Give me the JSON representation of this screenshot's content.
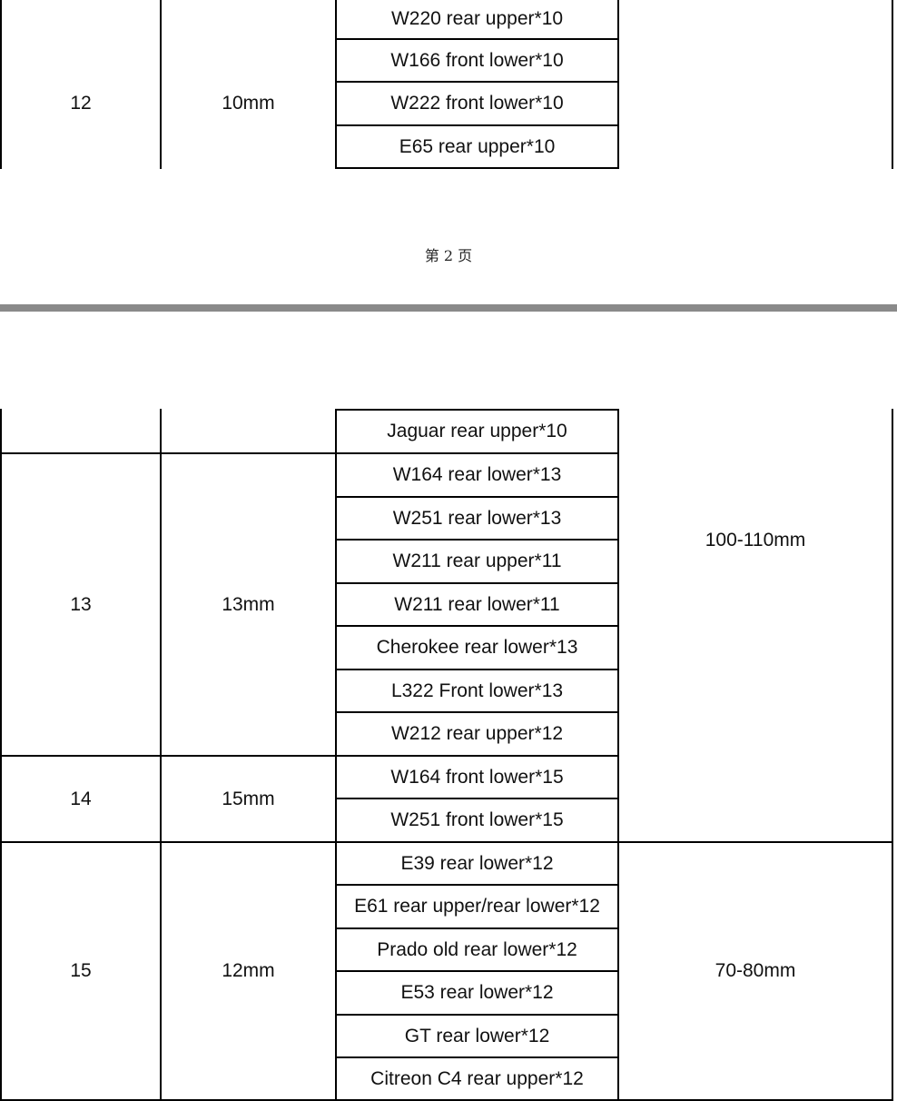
{
  "page1": {
    "group": {
      "no": "12",
      "size": "10mm"
    },
    "items": [
      "W220 rear upper*10",
      "W166 front lower*10",
      "W222 front lower*10",
      "E65 rear upper*10"
    ]
  },
  "footer": {
    "page_label": "第 2 页"
  },
  "page2": {
    "carry_item": "Jaguar rear upper*10",
    "groups": [
      {
        "no": "13",
        "size": "13mm",
        "items": [
          "W164 rear lower*13",
          "W251 rear lower*13",
          "W211 rear upper*11",
          "W211 rear lower*11",
          "Cherokee rear lower*13",
          "L322 Front lower*13",
          "W212 rear upper*12"
        ]
      },
      {
        "no": "14",
        "size": "15mm",
        "items": [
          "W164 front lower*15",
          "W251 front lower*15"
        ]
      },
      {
        "no": "15",
        "size": "12mm",
        "items": [
          "E39 rear lower*12",
          "E61 rear upper/rear lower*12",
          "Prado old rear lower*12",
          "E53 rear lower*12",
          "GT rear lower*12",
          "Citreon C4 rear upper*12"
        ]
      }
    ],
    "length_ranges": [
      "100-110mm",
      "70-80mm"
    ]
  }
}
